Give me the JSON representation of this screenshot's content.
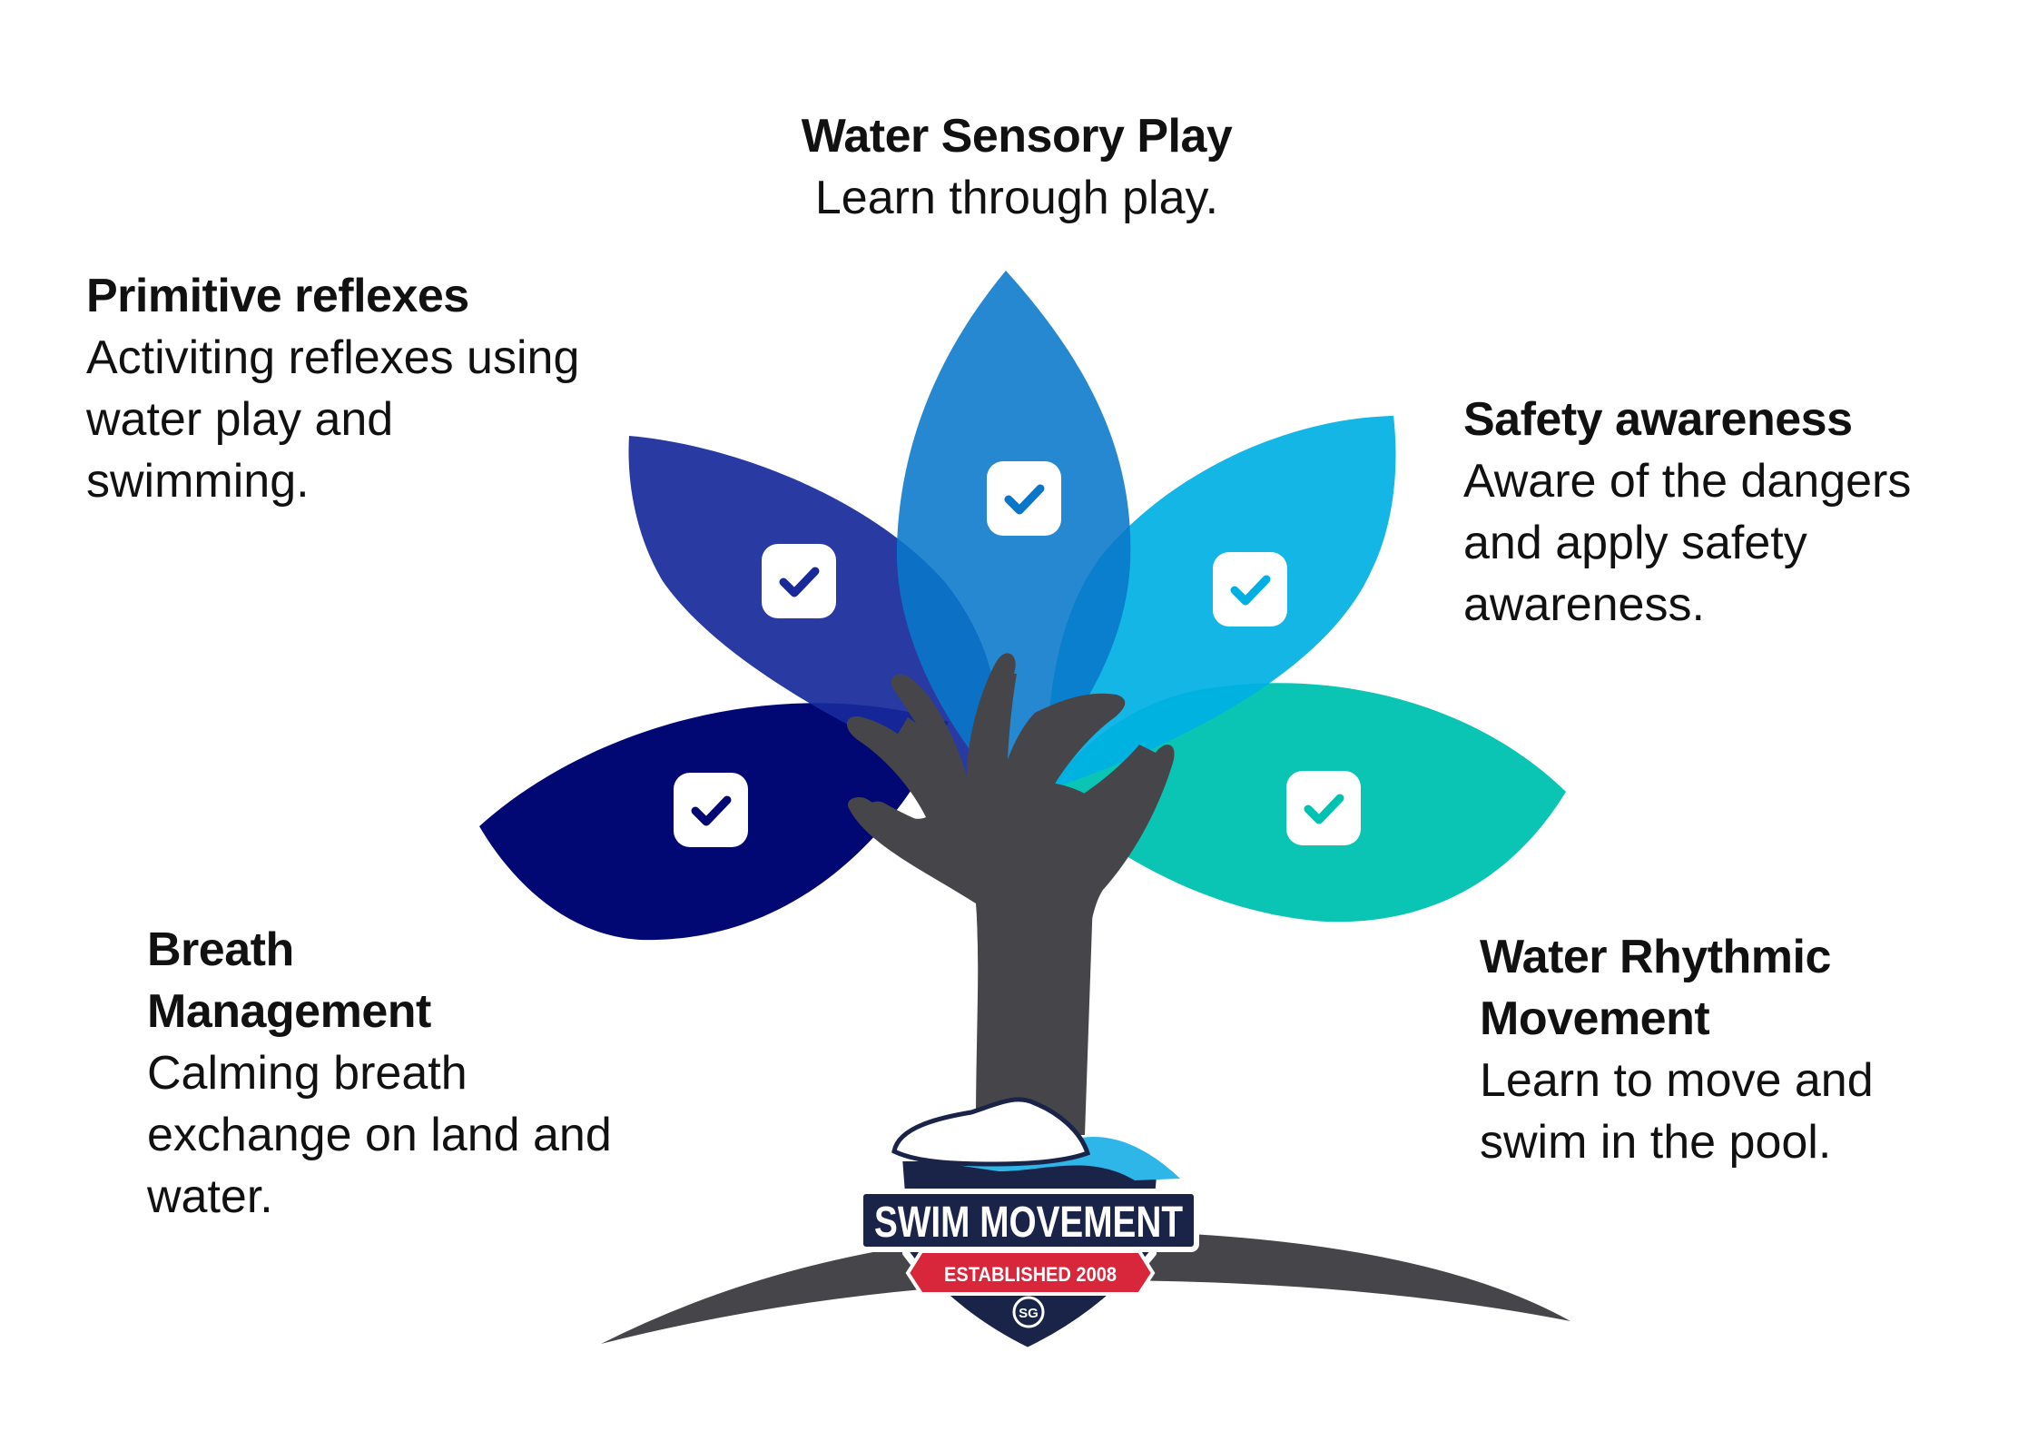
{
  "colors": {
    "background": "#ffffff",
    "trunk": "#46464a",
    "check_box": "#ffffff",
    "petals": {
      "breath": "#020873",
      "primitive": "#17299b",
      "sensory": "#0877c9",
      "safety": "#00b0e4",
      "rhythmic": "#00c2b1"
    }
  },
  "icons": {
    "check": "check-icon",
    "logo": "swim-movement-logo"
  },
  "items": {
    "sensory": {
      "title": "Water Sensory Play",
      "desc": [
        "Learn through play."
      ]
    },
    "primitive": {
      "title": "Primitive reflexes",
      "desc": [
        "Activiting reflexes using",
        "water play and",
        "swimming."
      ]
    },
    "safety": {
      "title": "Safety awareness",
      "desc": [
        "Aware of the dangers",
        "and apply safety",
        "awareness."
      ]
    },
    "breath": {
      "title": [
        "Breath",
        "Management"
      ],
      "desc": [
        "Calming breath",
        "exchange on land and",
        "water."
      ]
    },
    "rhythmic": {
      "title": [
        "Water Rhythmic",
        "Movement"
      ],
      "desc": [
        "Learn to move and",
        "swim in the pool."
      ]
    }
  },
  "logo": {
    "name": "SWIM MOVEMENT",
    "tagline": "ESTABLISHED 2008",
    "monogram": "SG"
  }
}
